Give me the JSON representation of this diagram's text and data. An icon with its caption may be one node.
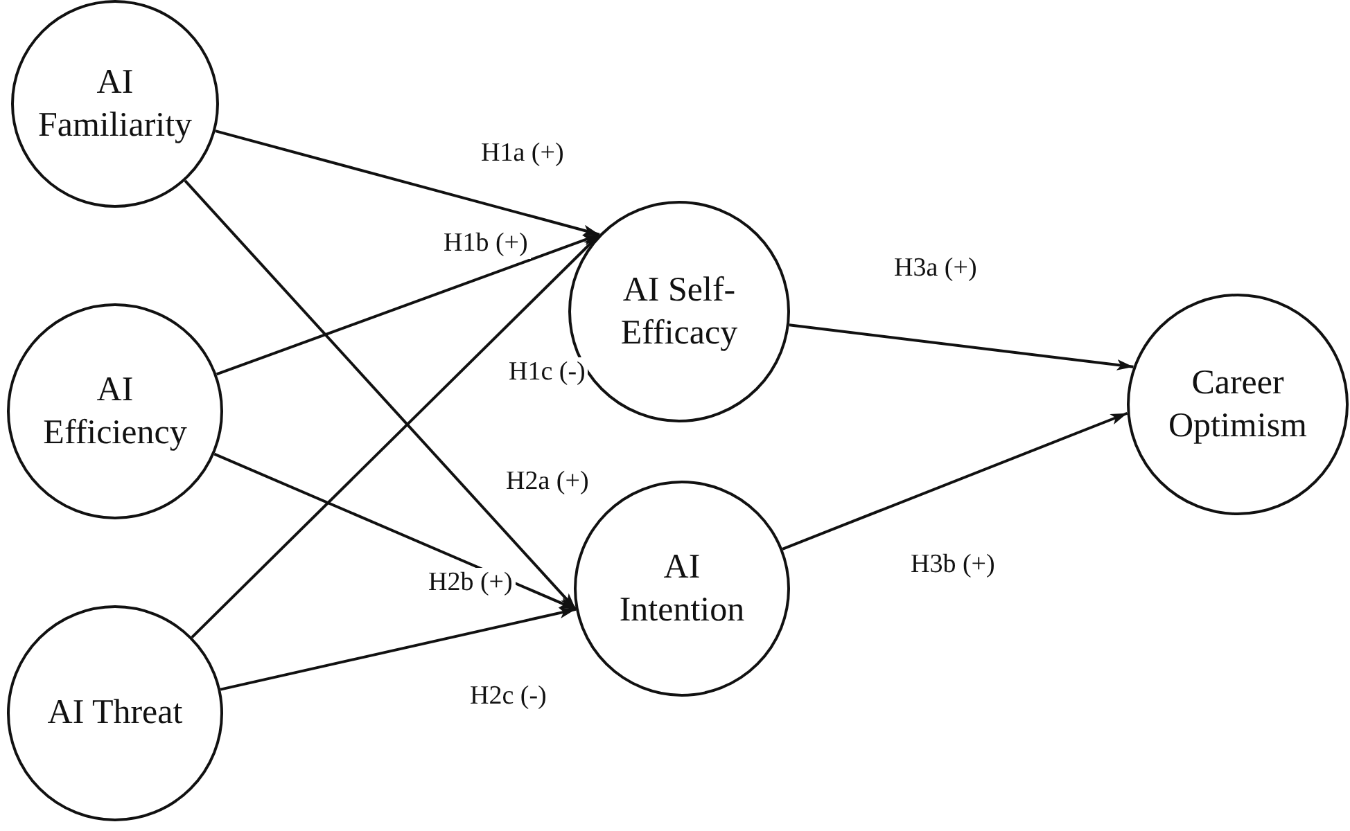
{
  "diagram": {
    "nodes": [
      {
        "text": [
          "AI Familiarity"
        ]
      },
      {
        "text": [
          "AI Efficiency"
        ]
      },
      {
        "text": [
          "AI Threat"
        ]
      },
      {
        "text": [
          "AI Self-Efficacy"
        ]
      },
      {
        "text": [
          "AI Intention"
        ]
      },
      {
        "text": [
          "Career Optimism"
        ]
      }
    ],
    "edges": [
      {
        "from": 0,
        "to": 3,
        "arrow": "to",
        "label": "H1a (+)"
      },
      {
        "from": 1,
        "to": 3,
        "arrow": "to",
        "label": "H1b (+)"
      },
      {
        "from": 2,
        "to": 3,
        "arrow": "to",
        "label": "H1c (-)"
      },
      {
        "from": 0,
        "to": 4,
        "arrow": "to",
        "label": "H2a (+)"
      },
      {
        "from": 1,
        "to": 4,
        "arrow": "to",
        "label": "H2b (+)"
      },
      {
        "from": 2,
        "to": 4,
        "arrow": "to",
        "label": "H2c (-)"
      },
      {
        "from": 3,
        "to": 5,
        "arrow": "to",
        "label": "H3a (+)"
      },
      {
        "from": 4,
        "to": 5,
        "arrow": "to",
        "label": "H3b (+)"
      }
    ]
  }
}
